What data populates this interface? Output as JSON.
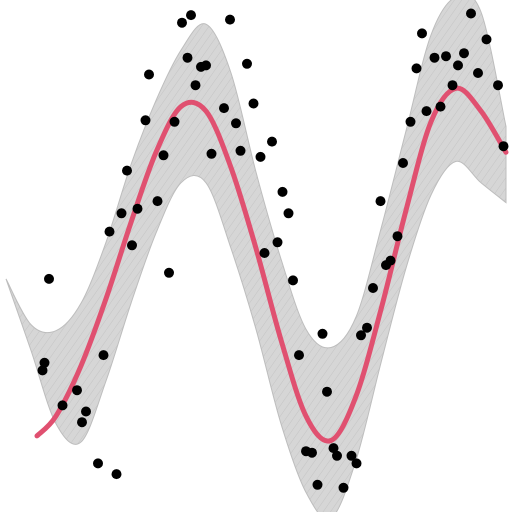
{
  "chart_data": {
    "type": "scatter",
    "title": "",
    "xlabel": "",
    "ylabel": "",
    "grid": false,
    "legend": "none",
    "xlim": [
      0,
      10
    ],
    "ylim": [
      -1.6,
      1.6
    ],
    "colors": {
      "points": "#000000",
      "line": "#e05070",
      "band_fill": "#d3d3d3",
      "band_stroke": "#bdbdbd",
      "background": "#ffffff"
    },
    "points": [
      {
        "x": 0.77,
        "y": -0.7
      },
      {
        "x": 0.86,
        "y": -0.15
      },
      {
        "x": 0.73,
        "y": -0.75
      },
      {
        "x": 1.13,
        "y": -0.98
      },
      {
        "x": 1.42,
        "y": -0.88
      },
      {
        "x": 1.52,
        "y": -1.09
      },
      {
        "x": 1.6,
        "y": -1.02
      },
      {
        "x": 1.84,
        "y": -1.36
      },
      {
        "x": 1.95,
        "y": -0.65
      },
      {
        "x": 2.07,
        "y": 0.16
      },
      {
        "x": 2.21,
        "y": -1.43
      },
      {
        "x": 2.31,
        "y": 0.28
      },
      {
        "x": 2.42,
        "y": 0.56
      },
      {
        "x": 2.52,
        "y": 0.07
      },
      {
        "x": 2.63,
        "y": 0.31
      },
      {
        "x": 2.79,
        "y": 0.89
      },
      {
        "x": 2.86,
        "y": 1.19
      },
      {
        "x": 3.03,
        "y": 0.36
      },
      {
        "x": 3.15,
        "y": 0.66
      },
      {
        "x": 3.26,
        "y": -0.11
      },
      {
        "x": 3.37,
        "y": 0.88
      },
      {
        "x": 3.52,
        "y": 1.53
      },
      {
        "x": 3.63,
        "y": 1.3
      },
      {
        "x": 3.7,
        "y": 1.58
      },
      {
        "x": 3.79,
        "y": 1.12
      },
      {
        "x": 3.9,
        "y": 1.24
      },
      {
        "x": 4.0,
        "y": 1.25
      },
      {
        "x": 4.11,
        "y": 0.67
      },
      {
        "x": 4.24,
        "y": 1.82
      },
      {
        "x": 4.36,
        "y": 0.97
      },
      {
        "x": 4.48,
        "y": 1.55
      },
      {
        "x": 4.6,
        "y": 0.87
      },
      {
        "x": 4.69,
        "y": 0.69
      },
      {
        "x": 4.82,
        "y": 1.26
      },
      {
        "x": 4.95,
        "y": 1.0
      },
      {
        "x": 5.09,
        "y": 0.65
      },
      {
        "x": 5.17,
        "y": 0.02
      },
      {
        "x": 5.32,
        "y": 0.75
      },
      {
        "x": 5.43,
        "y": 0.09
      },
      {
        "x": 5.53,
        "y": 0.42
      },
      {
        "x": 5.65,
        "y": 0.28
      },
      {
        "x": 5.74,
        "y": -0.16
      },
      {
        "x": 5.86,
        "y": -0.65
      },
      {
        "x": 6.0,
        "y": -1.28
      },
      {
        "x": 6.12,
        "y": -1.29
      },
      {
        "x": 6.23,
        "y": -1.5
      },
      {
        "x": 6.33,
        "y": -0.51
      },
      {
        "x": 6.42,
        "y": -0.89
      },
      {
        "x": 6.55,
        "y": -1.26
      },
      {
        "x": 6.62,
        "y": -1.31
      },
      {
        "x": 6.75,
        "y": -1.52
      },
      {
        "x": 6.91,
        "y": -1.31
      },
      {
        "x": 7.01,
        "y": -1.36
      },
      {
        "x": 7.1,
        "y": -0.52
      },
      {
        "x": 7.22,
        "y": -0.47
      },
      {
        "x": 7.34,
        "y": -0.21
      },
      {
        "x": 7.49,
        "y": 0.36
      },
      {
        "x": 7.6,
        "y": -0.06
      },
      {
        "x": 7.69,
        "y": -0.03
      },
      {
        "x": 7.83,
        "y": 0.13
      },
      {
        "x": 7.94,
        "y": 0.61
      },
      {
        "x": 8.09,
        "y": 0.88
      },
      {
        "x": 8.21,
        "y": 1.23
      },
      {
        "x": 8.32,
        "y": 1.46
      },
      {
        "x": 8.41,
        "y": 0.95
      },
      {
        "x": 8.57,
        "y": 1.3
      },
      {
        "x": 8.69,
        "y": 0.98
      },
      {
        "x": 8.8,
        "y": 1.31
      },
      {
        "x": 8.93,
        "y": 1.12
      },
      {
        "x": 9.04,
        "y": 1.25
      },
      {
        "x": 9.16,
        "y": 1.33
      },
      {
        "x": 9.3,
        "y": 1.59
      },
      {
        "x": 9.44,
        "y": 1.2
      },
      {
        "x": 9.61,
        "y": 1.42
      },
      {
        "x": 9.84,
        "y": 1.12
      },
      {
        "x": 9.95,
        "y": 0.72
      }
    ],
    "fit_line": {
      "x": [
        0.62,
        1.0,
        1.5,
        2.0,
        2.5,
        3.0,
        3.5,
        4.0,
        4.5,
        5.0,
        5.5,
        6.0,
        6.5,
        7.0,
        7.5,
        8.0,
        8.5,
        9.0,
        9.5,
        10.0
      ],
      "y": [
        -1.18,
        -1.05,
        -0.72,
        -0.28,
        0.22,
        0.68,
        0.98,
        0.95,
        0.58,
        0.05,
        -0.55,
        -1.05,
        -1.21,
        -0.92,
        -0.35,
        0.3,
        0.88,
        1.1,
        0.95,
        0.68
      ]
    },
    "band": {
      "x": [
        0.0,
        0.5,
        1.0,
        1.5,
        2.0,
        2.5,
        3.0,
        3.5,
        4.0,
        4.5,
        5.0,
        5.5,
        6.0,
        6.5,
        7.0,
        7.5,
        8.0,
        8.5,
        9.0,
        9.5,
        10.0
      ],
      "upper": [
        -0.15,
        -0.45,
        -0.49,
        -0.31,
        0.09,
        0.6,
        1.02,
        1.35,
        1.52,
        1.2,
        0.55,
        -0.02,
        -0.48,
        -0.6,
        -0.4,
        0.18,
        0.82,
        1.45,
        1.7,
        1.6,
        0.85
      ],
      "lower": [
        -0.15,
        -0.62,
        -1.1,
        -1.22,
        -0.82,
        -0.31,
        0.15,
        0.48,
        0.48,
        0.05,
        -0.48,
        -1.1,
        -1.55,
        -1.72,
        -1.34,
        -0.7,
        -0.08,
        0.4,
        0.62,
        0.48,
        0.35
      ]
    }
  }
}
